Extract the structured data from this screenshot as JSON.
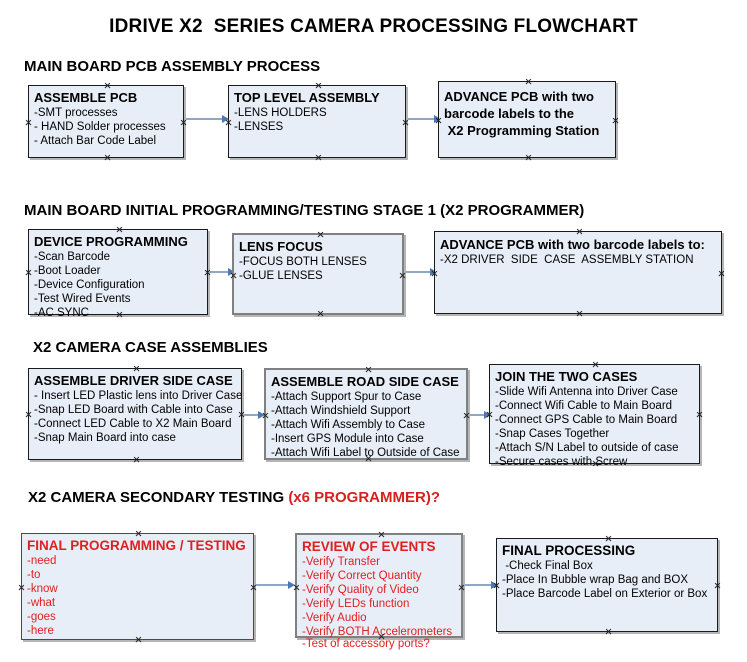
{
  "document": {
    "title": "IDRIVE X2  SERIES CAMERA PROCESSING FLOWCHART"
  },
  "sections": [
    {
      "id": "main-board-pcb-assembly",
      "heading": "MAIN BOARD PCB ASSEMBLY PROCESS",
      "heading_suffix": "",
      "boxes": [
        {
          "id": "assemble-pcb",
          "title": "ASSEMBLE PCB",
          "lines": [
            "-SMT processes",
            "- HAND Solder processes",
            "- Attach Bar Code Label"
          ]
        },
        {
          "id": "top-level-assembly",
          "title": "TOP LEVEL ASSEMBLY",
          "lines": [
            "-LENS HOLDERS",
            "-LENSES"
          ]
        },
        {
          "id": "advance-pcb-to-x2-programming-station",
          "title": "",
          "lines": [
            "ADVANCE PCB with two",
            "barcode labels to the",
            " X2 Programming Station"
          ]
        }
      ]
    },
    {
      "id": "main-board-initial-programming",
      "heading": "MAIN BOARD INITIAL PROGRAMMING/TESTING STAGE 1 (X2 PROGRAMMER)",
      "heading_suffix": "",
      "boxes": [
        {
          "id": "device-programming",
          "title": "DEVICE PROGRAMMING",
          "lines": [
            "-Scan Barcode",
            "-Boot Loader",
            "-Device Configuration",
            "-Test Wired Events",
            "-AC SYNC"
          ]
        },
        {
          "id": "lens-focus",
          "title": "LENS FOCUS",
          "lines": [
            "-FOCUS BOTH LENSES",
            "-GLUE LENSES"
          ]
        },
        {
          "id": "advance-pcb-to-driver-side-case",
          "title": "ADVANCE PCB with two barcode labels to:",
          "lines": [
            "-X2 DRIVER  SIDE  CASE  ASSEMBLY STATION"
          ]
        }
      ]
    },
    {
      "id": "x2-camera-case-assemblies",
      "heading": "X2 CAMERA CASE ASSEMBLIES",
      "heading_suffix": "",
      "boxes": [
        {
          "id": "assemble-driver-side-case",
          "title": "ASSEMBLE DRIVER SIDE CASE",
          "lines": [
            "- Insert LED Plastic lens into Driver Case",
            "-Snap LED Board with Cable into Case",
            "-Connect LED Cable to X2 Main Board",
            "-Snap Main Board into case"
          ]
        },
        {
          "id": "assemble-road-side-case",
          "title": "ASSEMBLE ROAD SIDE CASE",
          "lines": [
            "-Attach Support Spur to Case",
            "-Attach Windshield Support",
            "-Attach Wifi Assembly to Case",
            "-Insert GPS Module into Case",
            "-Attach Wifi Label to Outside of Case"
          ]
        },
        {
          "id": "join-the-two-cases",
          "title": "JOIN THE TWO CASES",
          "lines": [
            "-Slide Wifi Antenna into Driver Case",
            "-Connect Wifi Cable to Main Board",
            "-Connect GPS Cable to Main Board",
            "-Snap Cases Together",
            "-Attach S/N Label to outside of case",
            "-Secure cases with Screw"
          ]
        }
      ]
    },
    {
      "id": "x2-camera-secondary-testing",
      "heading": "X2 CAMERA SECONDARY TESTING ",
      "heading_suffix": "(x6 PROGRAMMER)?",
      "boxes": [
        {
          "id": "final-programming-testing",
          "title": "FINAL PROGRAMMING / TESTING",
          "lines": [
            "-need",
            "-to",
            "-know",
            "-what",
            "-goes",
            "-here"
          ]
        },
        {
          "id": "review-of-events",
          "title": "REVIEW OF EVENTS",
          "lines": [
            "-Verify Transfer",
            "-Verify Correct Quantity",
            "-Verify Quality of Video",
            "-Verify LEDs function",
            "-Verify Audio",
            "-Verify BOTH Accelerometers"
          ],
          "overflow_line": "-Test of accessory ports?"
        },
        {
          "id": "final-processing",
          "title": "FINAL PROCESSING",
          "lines": [
            " -Check Final Box",
            "-Place In Bubble wrap Bag and BOX",
            "-Place Barcode Label on Exterior or Box"
          ]
        }
      ]
    }
  ],
  "colors": {
    "box_fill": "#e8eef7",
    "box_border": "#1a1a1a",
    "gray_border": "#808080",
    "red_text": "#e02020",
    "connector_line": "#8ea7c4",
    "connector_head": "#4a78b8",
    "text": "#000000"
  }
}
